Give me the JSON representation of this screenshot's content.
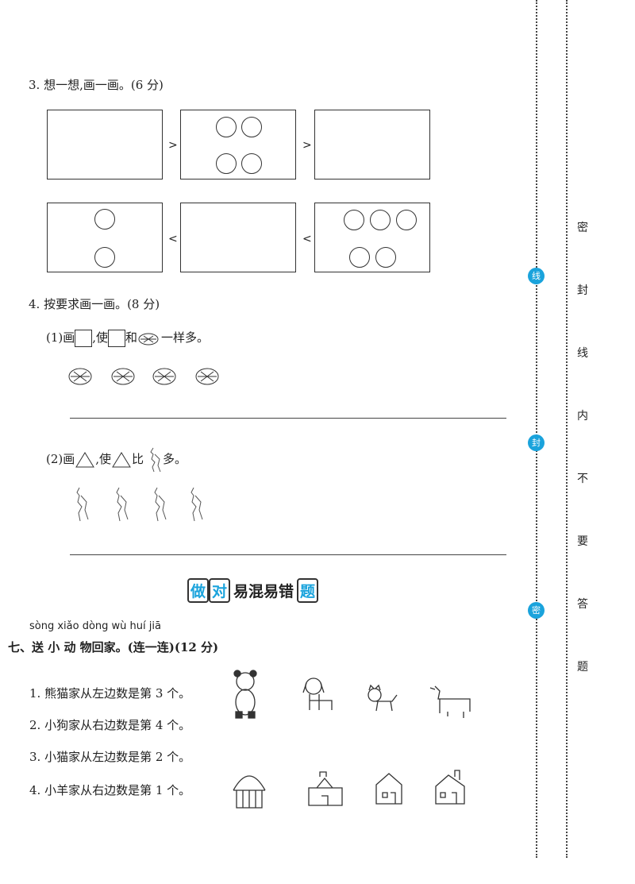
{
  "q3": {
    "title": "3. 想一想,画一画。(6 分)",
    "gt": ">",
    "lt": "<"
  },
  "q4": {
    "title": "4. 按要求画一画。(8 分)",
    "p1": {
      "a": "(1)画",
      "b": ",使",
      "c": "和",
      "d": "一样多。"
    },
    "p2": {
      "a": "(2)画",
      "b": ",使",
      "c": "比",
      "d": "多。"
    }
  },
  "banner": {
    "a": "做",
    "b": "对",
    "c": "易混易错",
    "d": "题"
  },
  "s7": {
    "pinyin": "sòng xiǎo dòng wù huí jiā",
    "title": "七、送 小 动 物回家。(连一连)(12 分)",
    "items": [
      "1. 熊猫家从左边数是第 3 个。",
      "2. 小狗家从右边数是第 4 个。",
      "3. 小猫家从左边数是第 2 个。",
      "4. 小羊家从右边数是第 1 个。"
    ]
  },
  "side": {
    "chars": [
      "密",
      "封",
      "线",
      "内",
      "不",
      "要",
      "答",
      "题"
    ],
    "markers": [
      "线",
      "封",
      "密"
    ],
    "accent": "#1aa3dc"
  }
}
